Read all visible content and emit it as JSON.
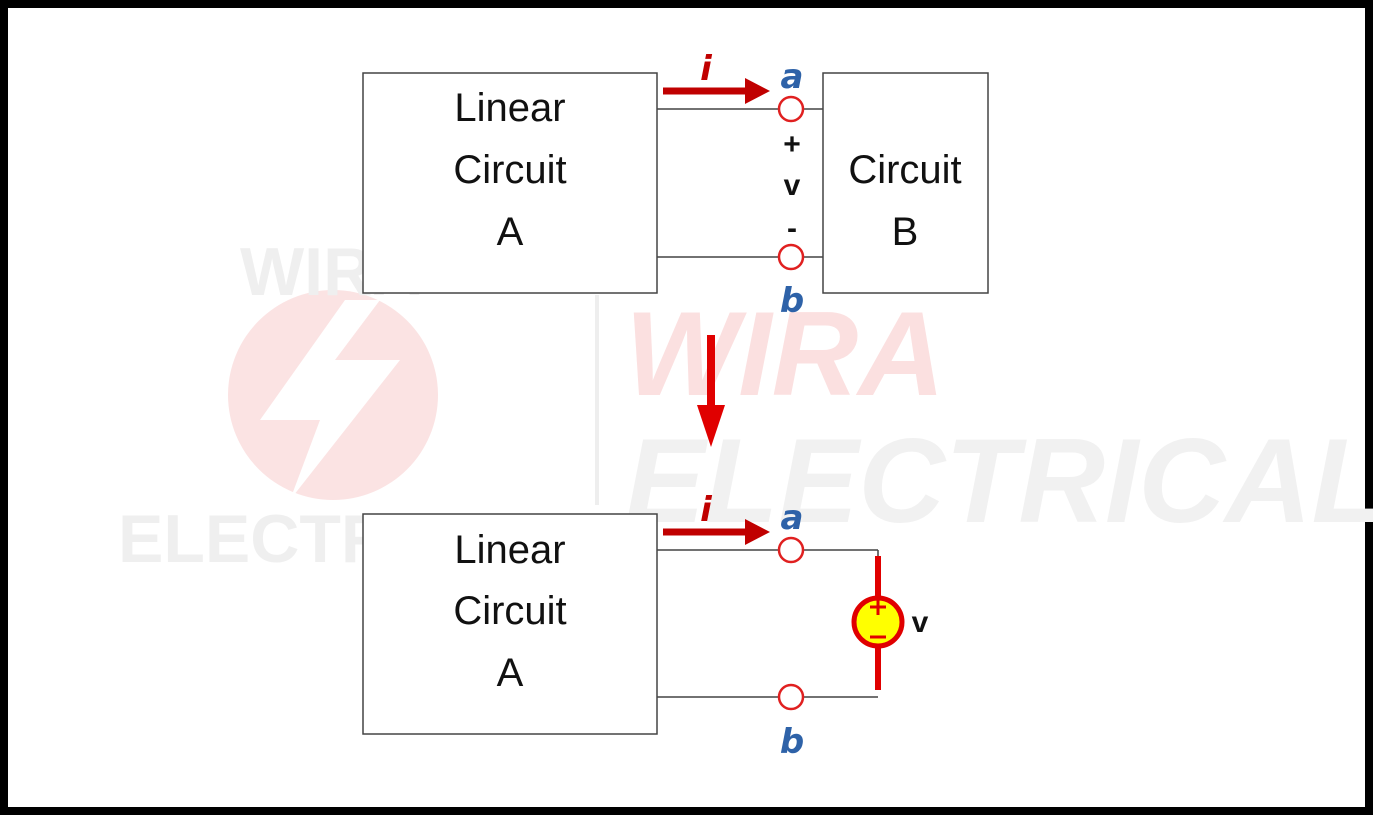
{
  "watermark": {
    "brand_top": "WIRA",
    "brand_bottom": "ELECTRICAL",
    "logo_top": "WIRA",
    "logo_bottom": "ELECTRICAL"
  },
  "top_diagram": {
    "circuit_a": {
      "line1": "Linear",
      "line2": "Circuit",
      "line3": "A"
    },
    "circuit_b": {
      "line1": "Circuit",
      "line2": "B"
    },
    "current_label": "i",
    "terminal_a": "a",
    "terminal_b": "b",
    "plus": "+",
    "voltage": "v",
    "minus": "-"
  },
  "bottom_diagram": {
    "circuit_a": {
      "line1": "Linear",
      "line2": "Circuit",
      "line3": "A"
    },
    "current_label": "i",
    "terminal_a": "a",
    "terminal_b": "b",
    "source_label": "v"
  },
  "colors": {
    "arrow": "#c00000",
    "terminal": "#e02020",
    "label_blue": "#2e62a8",
    "source_fill": "#ffff00",
    "source_stroke": "#e00000"
  }
}
